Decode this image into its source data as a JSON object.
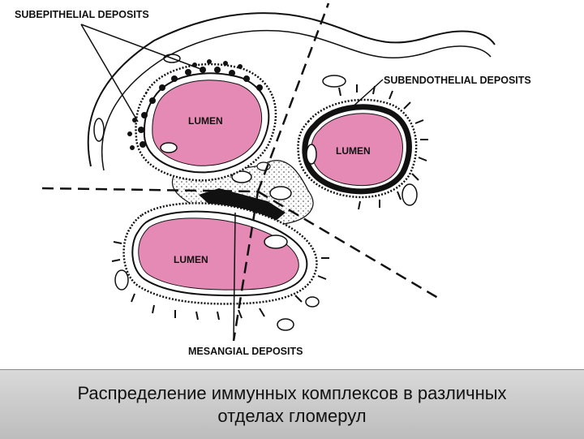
{
  "labels": {
    "subepithelial": "SUBEPITHELIAL DEPOSITS",
    "subendothelial": "SUBENDOTHELIAL DEPOSITS",
    "mesangial": "MESANGIAL DEPOSITS",
    "lumen_top_left": "LUMEN",
    "lumen_right": "LUMEN",
    "lumen_bottom": "LUMEN"
  },
  "caption": {
    "line1": "Распределение иммунных комплексов в различных",
    "line2": "отделах гломерул"
  },
  "colors": {
    "lumen_fill": "#e58ab4",
    "ink": "#111111",
    "mesangium": "#f2f2f2",
    "caption_bg": "#c8c8c8"
  }
}
